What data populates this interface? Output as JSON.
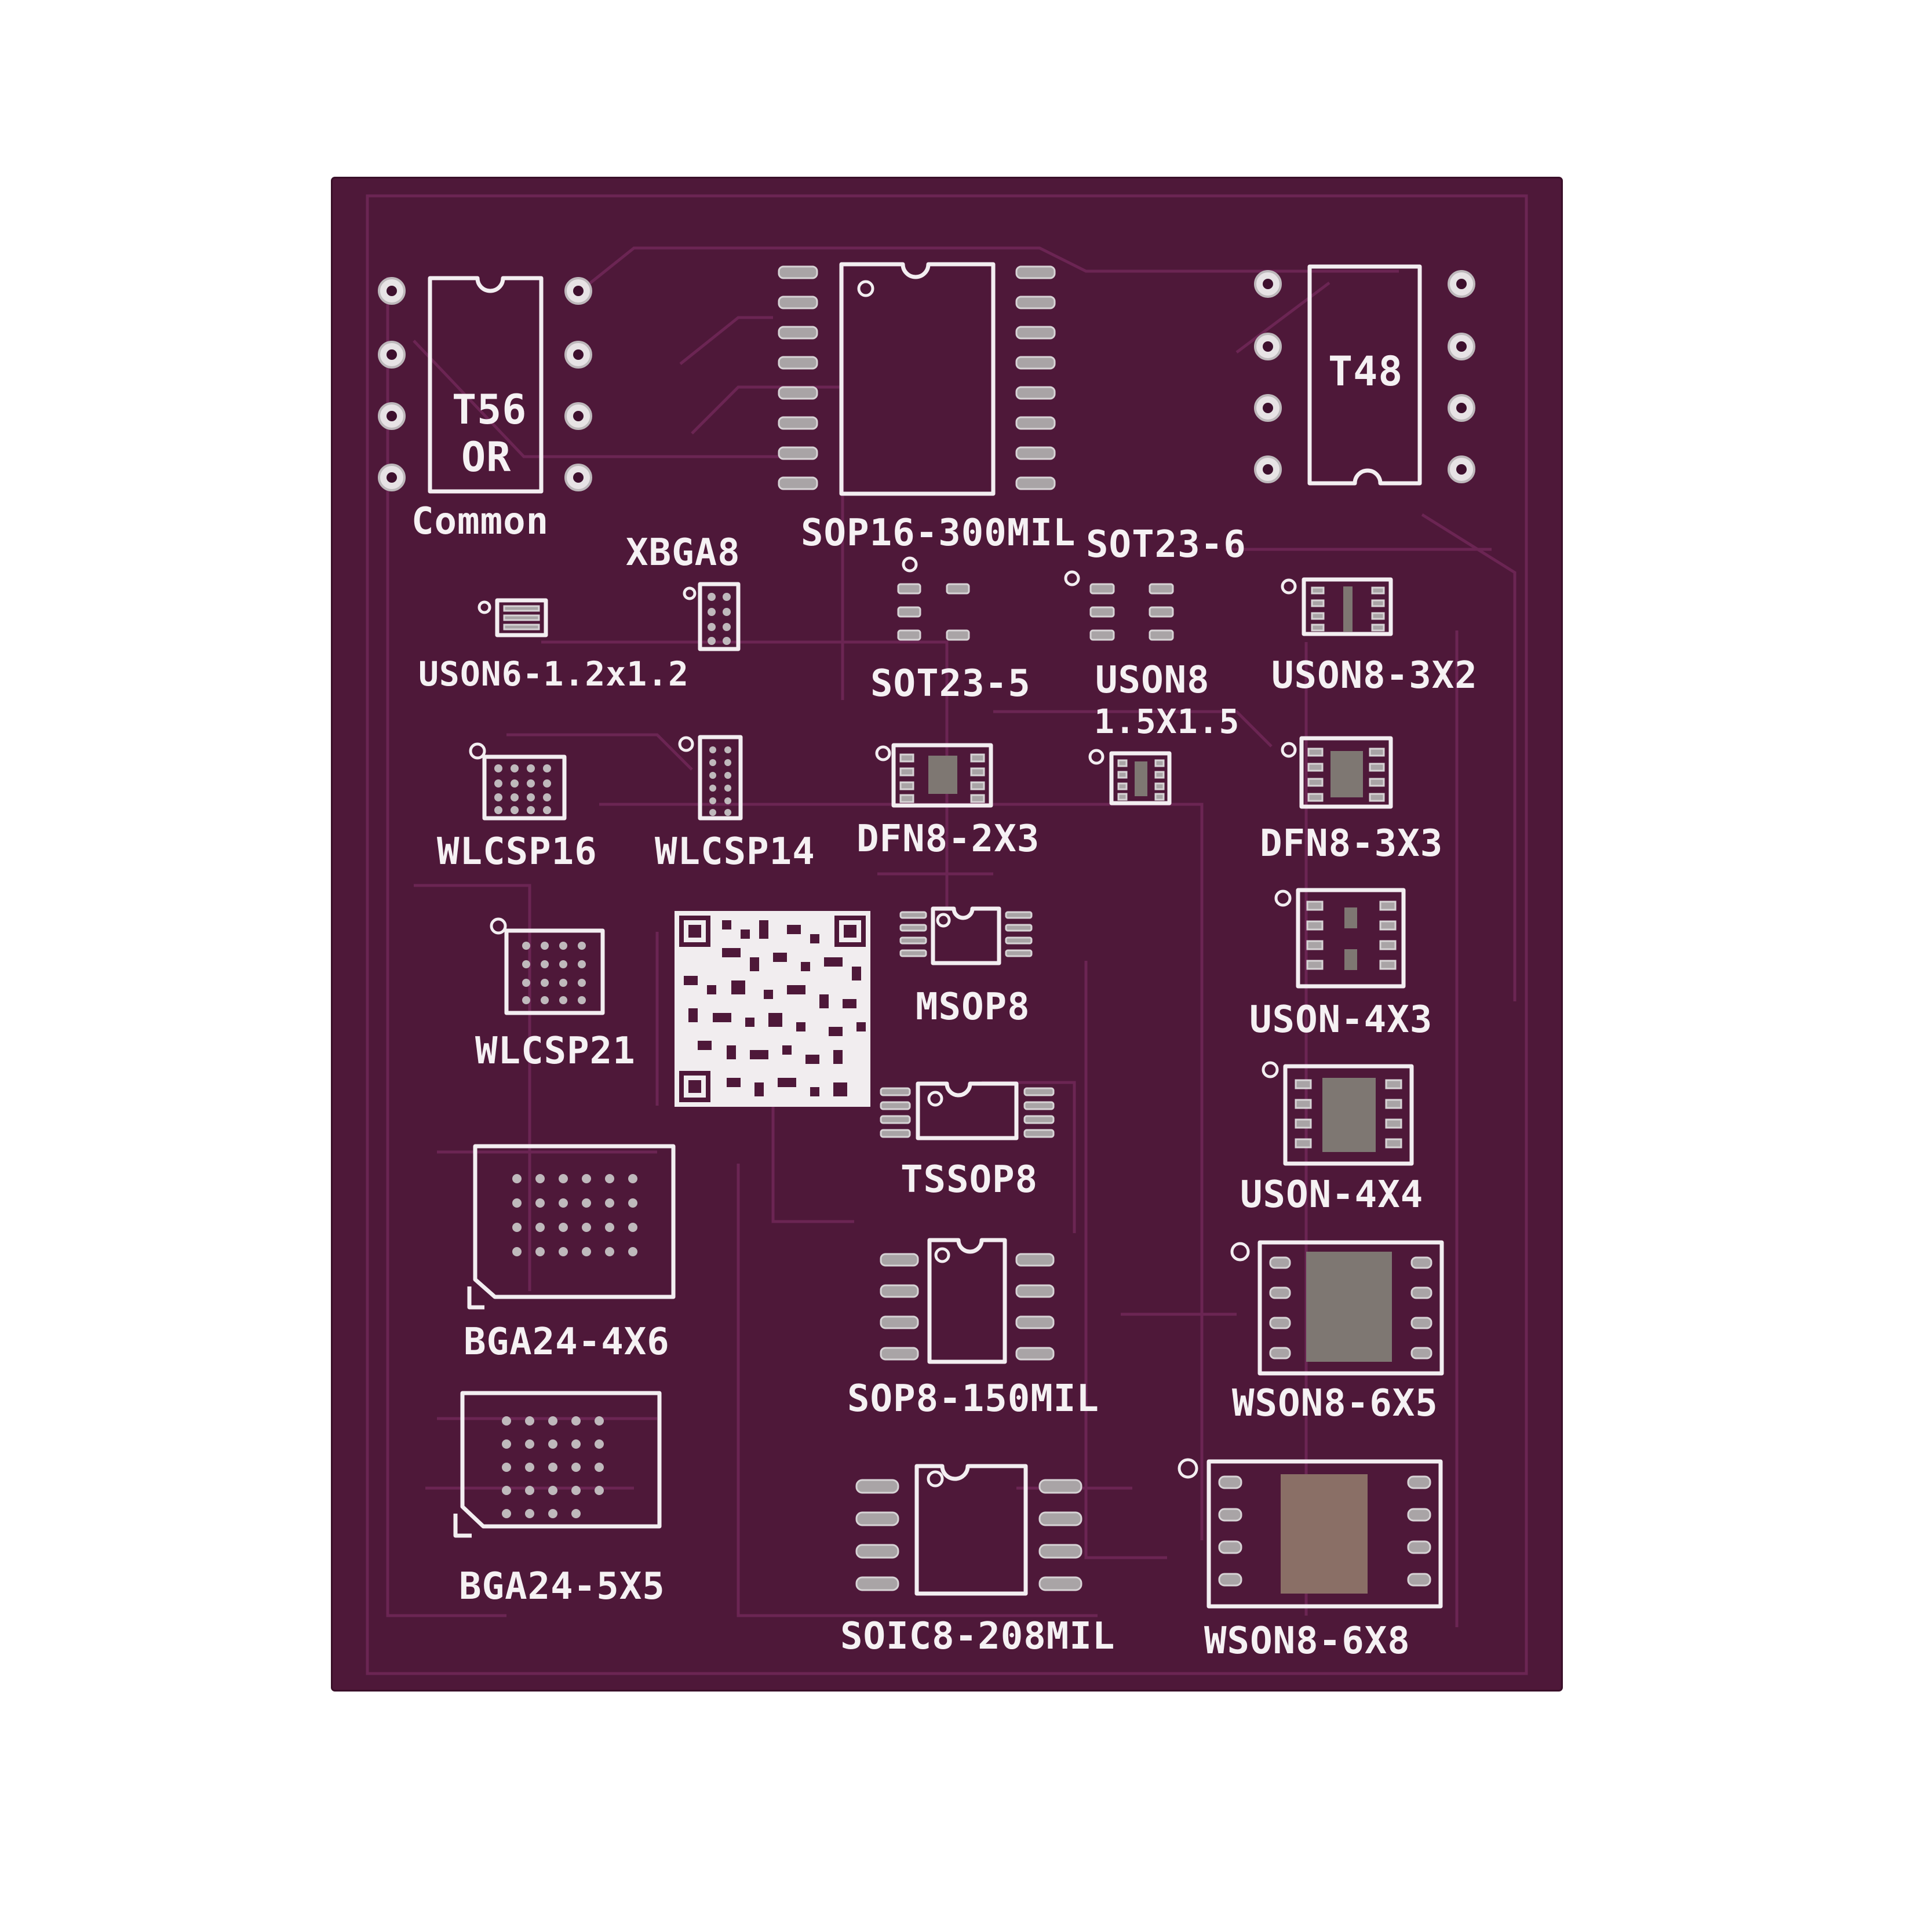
{
  "board": {
    "color": "#4e1839",
    "silkscreen_color": "#f3eef1"
  },
  "labels": {
    "t56_line1": "T56",
    "t56_line2": "OR",
    "t56_line3": "Common",
    "t48": "T48",
    "sop16": "SOP16-300MIL",
    "sot23_6": "SOT23-6",
    "xbga8": "XBGA8",
    "uson6": "USON6-1.2x1.2",
    "sot23_5": "SOT23-5",
    "uson8_line1": "USON8",
    "uson8_line2": "1.5X1.5",
    "uson8_3x2": "USON8-3X2",
    "wlcsp16": "WLCSP16",
    "wlcsp14": "WLCSP14",
    "dfn8_2x3": "DFN8-2X3",
    "dfn8_3x3": "DFN8-3X3",
    "msop8": "MSOP8",
    "uson_4x3": "USON-4X3",
    "wlcsp21": "WLCSP21",
    "tssop8": "TSSOP8",
    "uson_4x4": "USON-4X4",
    "bga24_4x6": "BGA24-4X6",
    "sop8_150": "SOP8-150MIL",
    "wson8_6x5": "WSON8-6X5",
    "bga24_5x5": "BGA24-5X5",
    "soic8_208": "SOIC8-208MIL",
    "wson8_6x8": "WSON8-6X8"
  }
}
